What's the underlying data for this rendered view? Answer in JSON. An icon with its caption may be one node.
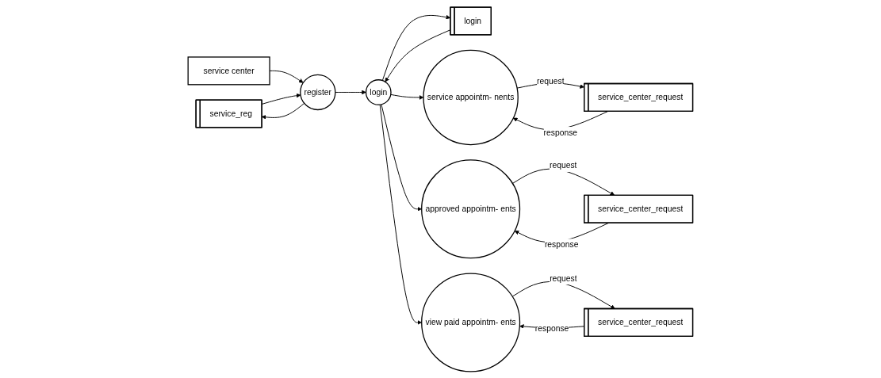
{
  "diagram": {
    "nodes": [
      {
        "text": [
          "service_reg"
        ]
      },
      {
        "text": [
          "login"
        ]
      },
      {
        "text": [
          "service center"
        ]
      },
      {
        "text": [
          "register"
        ]
      },
      {
        "text": [
          "login"
        ]
      },
      {
        "text": [
          "service appointm- nents"
        ]
      },
      {
        "text": [
          "service_center_request"
        ]
      },
      {
        "text": [
          "approved appointm- ents"
        ]
      },
      {
        "text": [
          "service_center_request"
        ]
      },
      {
        "text": [
          "view paid appointm- ents"
        ]
      },
      {
        "text": [
          "service_center_request"
        ]
      }
    ],
    "edges": [
      {
        "from": 2,
        "to": 3,
        "arrow": "to"
      },
      {
        "from": 3,
        "to": 0,
        "arrow": "to"
      },
      {
        "from": 0,
        "to": 3,
        "arrow": "to"
      },
      {
        "from": 3,
        "to": 4,
        "arrow": "to"
      },
      {
        "from": 4,
        "to": 1,
        "arrow": "to"
      },
      {
        "from": 1,
        "to": 4,
        "arrow": "to"
      },
      {
        "from": 4,
        "to": 5,
        "arrow": "to"
      },
      {
        "from": 4,
        "to": 7,
        "arrow": "to"
      },
      {
        "from": 4,
        "to": 9,
        "arrow": "to"
      },
      {
        "from": 5,
        "to": 6,
        "label": "request",
        "arrow": "to"
      },
      {
        "from": 6,
        "to": 5,
        "label": "response",
        "arrow": "to"
      },
      {
        "from": 7,
        "to": 8,
        "label": "request",
        "arrow": "to"
      },
      {
        "from": 8,
        "to": 7,
        "label": "response",
        "arrow": "to"
      },
      {
        "from": 9,
        "to": 10,
        "label": "request",
        "arrow": "to"
      },
      {
        "from": 10,
        "to": 9,
        "label": "response",
        "arrow": "to"
      }
    ]
  }
}
